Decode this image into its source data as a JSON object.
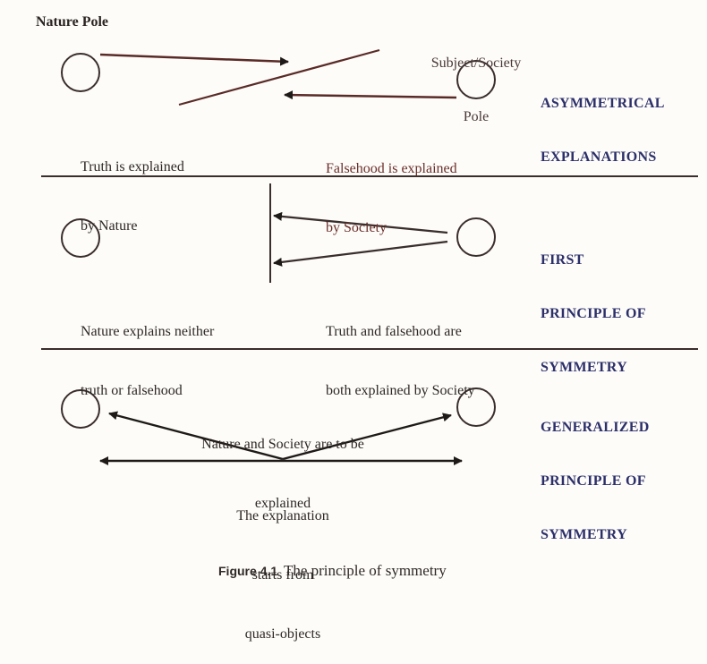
{
  "poles": {
    "nature_label": "Nature Pole",
    "subject_label_line1": "Subject/Society",
    "subject_label_line2": "Pole"
  },
  "sections": [
    {
      "title_lines": [
        "ASYMMETRICAL",
        "EXPLANATIONS"
      ],
      "left_caption": [
        "Truth is explained",
        "by Nature"
      ],
      "right_caption": [
        "Falsehood is explained",
        "by Society"
      ]
    },
    {
      "title_lines": [
        "FIRST",
        "PRINCIPLE OF",
        "SYMMETRY"
      ],
      "left_caption": [
        "Nature explains neither",
        "truth or falsehood"
      ],
      "right_caption": [
        "Truth and falsehood are",
        "both explained by Society"
      ]
    },
    {
      "title_lines": [
        "GENERALIZED",
        "PRINCIPLE OF",
        "SYMMETRY"
      ],
      "top_caption": [
        "Nature and Society are to be",
        "explained"
      ],
      "bottom_caption": [
        "The explanation",
        "starts from",
        "quasi-objects"
      ]
    }
  ],
  "figure_caption": {
    "number": "Figure 4.1",
    "text": "The principle of symmetry"
  },
  "colors": {
    "line": "#3a2e2c",
    "line_red": "#5a2a26",
    "title_blue": "#2c2f6a"
  }
}
